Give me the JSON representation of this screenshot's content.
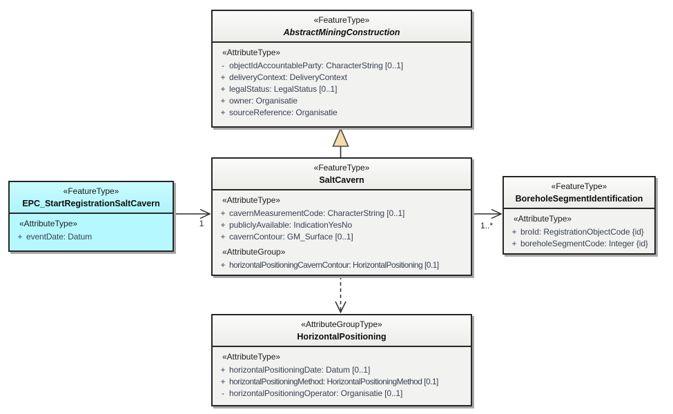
{
  "diagram": {
    "type": "uml-class-diagram",
    "colors": {
      "background": "#ffffff",
      "box_fill": "#f2f2f0",
      "epc_box_fill": "#b5f8ff",
      "border": "#262626",
      "attribute_text": "#3a4152",
      "generalization_triangle_fill": "#f2dcab",
      "shadow": "#a9a9a9"
    },
    "boxes": {
      "amc": {
        "stereotype": "«FeatureType»",
        "name": "AbstractMiningConstruction",
        "section_heading": "«AttributeType»",
        "attrs": [
          {
            "vis": "-",
            "text": "objectIdAccountableParty: CharacterString [0..1]"
          },
          {
            "vis": "+",
            "text": "deliveryContext: DeliveryContext"
          },
          {
            "vis": "+",
            "text": "legalStatus: LegalStatus [0..1]"
          },
          {
            "vis": "+",
            "text": "owner: Organisatie"
          },
          {
            "vis": "+",
            "text": "sourceReference: Organisatie"
          }
        ]
      },
      "salt": {
        "stereotype": "«FeatureType»",
        "name": "SaltCavern",
        "section_heading": "«AttributeType»",
        "attrs": [
          {
            "vis": "+",
            "text": "cavernMeasurementCode: CharacterString [0..1]"
          },
          {
            "vis": "+",
            "text": "publiclyAvailable: IndicationYesNo"
          },
          {
            "vis": "+",
            "text": "cavernContour: GM_Surface [0..1]"
          }
        ],
        "group_heading": "«AttributeGroup»",
        "group_attrs": [
          {
            "vis": "+",
            "text": "horizontalPositioningCavernContour: HorizontalPositioning [0.1]"
          }
        ]
      },
      "epc": {
        "stereotype": "«FeatureType»",
        "name": "EPC_StartRegistrationSaltCavern",
        "section_heading": "«AttributeType»",
        "attrs": [
          {
            "vis": "+",
            "text": "eventDate: Datum"
          }
        ]
      },
      "borehole": {
        "stereotype": "«FeatureType»",
        "name": "BoreholeSegmentIdentification",
        "section_heading": "«AttributeType»",
        "attrs": [
          {
            "vis": "+",
            "text": "broId: RegistrationObjectCode {id}"
          },
          {
            "vis": "+",
            "text": "boreholeSegmentCode: Integer {id}"
          }
        ]
      },
      "hp": {
        "stereotype": "«AttributeGroupType»",
        "name": "HorizontalPositioning",
        "section_heading": "«AttributeType»",
        "attrs": [
          {
            "vis": "+",
            "text": "horizontalPositioningDate: Datum [0..1]"
          },
          {
            "vis": "+",
            "text": "horizontalPositioningMethod: HorizontalPositioningMethod [0.1]"
          },
          {
            "vis": "-",
            "text": "horizontalPositioningOperator: Organisatie [0..1]"
          }
        ]
      }
    },
    "connectors": {
      "epc_to_salt": {
        "multiplicity": "1"
      },
      "salt_to_borehole": {
        "multiplicity": "1..*"
      }
    }
  }
}
